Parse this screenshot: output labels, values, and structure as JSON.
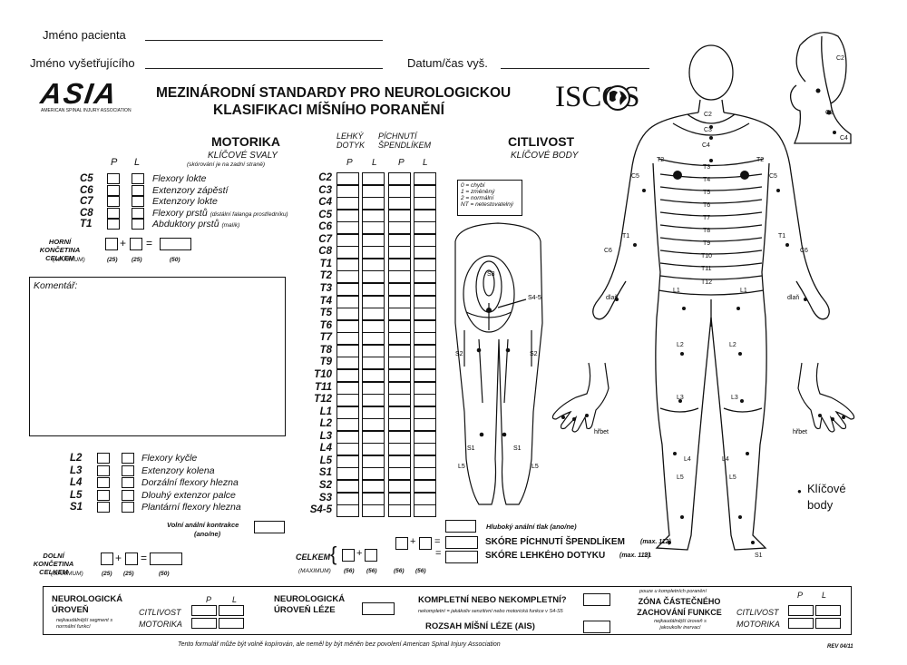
{
  "header": {
    "patient_label": "Jméno pacienta",
    "examiner_label": "Jméno vyšetřujícího",
    "date_label": "Datum/čas vyš.",
    "asia_logo": "ASIA",
    "asia_sub": "AMERICAN SPINAL INJURY ASSOCIATION",
    "title1": "MEZINÁRODNÍ STANDARDY PRO NEUROLOGICKOU",
    "title2": "KLASIFIKACI MÍŠNÍHO PORANĚNÍ",
    "iscos_logo": "ISCOS"
  },
  "motor": {
    "title": "MOTORIKA",
    "subtitle": "KLÍČOVÉ SVALY",
    "note": "(skórování je na zadní straně)",
    "p": "P",
    "l": "L",
    "upper_rows": [
      {
        "seg": "C5",
        "muscle": "Flexory lokte",
        "note": ""
      },
      {
        "seg": "C6",
        "muscle": "Extenzory zápěstí",
        "note": ""
      },
      {
        "seg": "C7",
        "muscle": "Extenzory lokte",
        "note": ""
      },
      {
        "seg": "C8",
        "muscle": "Flexory prstů",
        "note": "(distální falanga prostředníku)"
      },
      {
        "seg": "T1",
        "muscle": "Abduktory prstů",
        "note": "(malík)"
      }
    ],
    "upper_total_label": "HORNÍ KONČETINA CELKEM",
    "maximum": "(MAXIMUM)",
    "upper_max": [
      "(25)",
      "(25)",
      "(50)"
    ],
    "comment_label": "Komentář:",
    "lower_rows": [
      {
        "seg": "L2",
        "muscle": "Flexory kyčle"
      },
      {
        "seg": "L3",
        "muscle": "Extenzory kolena"
      },
      {
        "seg": "L4",
        "muscle": "Dorzální flexory hlezna"
      },
      {
        "seg": "L5",
        "muscle": "Dlouhý extenzor palce"
      },
      {
        "seg": "S1",
        "muscle": "Plantární flexory hlezna"
      }
    ],
    "vac_label": "Volní anální kontrakce",
    "vac_sub": "(ano/ne)",
    "lower_total_label": "DOLNÍ KONČETINA CELKEM",
    "lower_max": [
      "(25)",
      "(25)",
      "(50)"
    ]
  },
  "sensory": {
    "light": "LEHKÝ DOTYK",
    "pin": "PÍCHNUTÍ ŠPENDLÍKEM",
    "cols": [
      "P",
      "L",
      "P",
      "L"
    ],
    "title": "CITLIVOST",
    "subtitle": "KLÍČOVÉ BODY",
    "legend": [
      "0 = chybí",
      "1 = změněný",
      "2 = normální",
      "NT = netestovatelný"
    ],
    "segments": [
      "C2",
      "C3",
      "C4",
      "C5",
      "C6",
      "C7",
      "C8",
      "T1",
      "T2",
      "T3",
      "T4",
      "T5",
      "T6",
      "T7",
      "T8",
      "T9",
      "T10",
      "T11",
      "T12",
      "L1",
      "L2",
      "L3",
      "L4",
      "L5",
      "S1",
      "S2",
      "S3",
      "S4-5"
    ],
    "dap_label": "Hluboký anální tlak (ano/ne)",
    "pin_total": "SKÓRE PÍCHNUTÍ ŠPENDLÍKEM",
    "pin_max": "(max. 112)",
    "light_total": "SKÓRE LEHKÉHO DOTYKU",
    "light_max": "(max. 112)",
    "celkem": "CELKEM",
    "max_vals": [
      "(56)",
      "(56)",
      "(56)",
      "(56)"
    ],
    "maximum": "(MAXIMUM)"
  },
  "body": {
    "labels": [
      "C2",
      "C3",
      "C4",
      "C5",
      "C6",
      "T1",
      "T2",
      "T3",
      "T4",
      "T5",
      "T6",
      "T7",
      "T8",
      "T9",
      "T10",
      "T11",
      "T12",
      "L1",
      "L2",
      "L3",
      "L4",
      "L5",
      "S1",
      "S2",
      "S3",
      "S4-5",
      "dlaň",
      "hřbet"
    ],
    "key_points": "Klíčové body"
  },
  "footer": {
    "nl_title": "NEUROLOGICKÁ ÚROVEŇ",
    "nl_sub": "nejkaudálnější segment s normální funkcí",
    "sensory": "CITLIVOST",
    "motor": "MOTORIKA",
    "p": "P",
    "l": "L",
    "nli": "NEUROLOGICKÁ ÚROVEŇ LÉZE",
    "complete": "KOMPLETNÍ NEBO NEKOMPLETNÍ?",
    "complete_sub": "nekompletní = jakákoliv senzitivní nebo motorická funkce v S4-S5",
    "ais": "ROZSAH MÍŠNÍ LÉZE (AIS)",
    "zpp_note": "pouze u kompletních poranění",
    "zpp": "ZÓNA ČÁSTEČNÉHO ZACHOVÁNÍ FUNKCE",
    "zpp_sub": "nejkaudálnější úroveň s jakoukoliv inervací",
    "copyright": "Tento formulář může být volně kopírován, ale neměl by být měněn bez povolení American Spinal Injury Association",
    "rev": "REV 04/11"
  }
}
